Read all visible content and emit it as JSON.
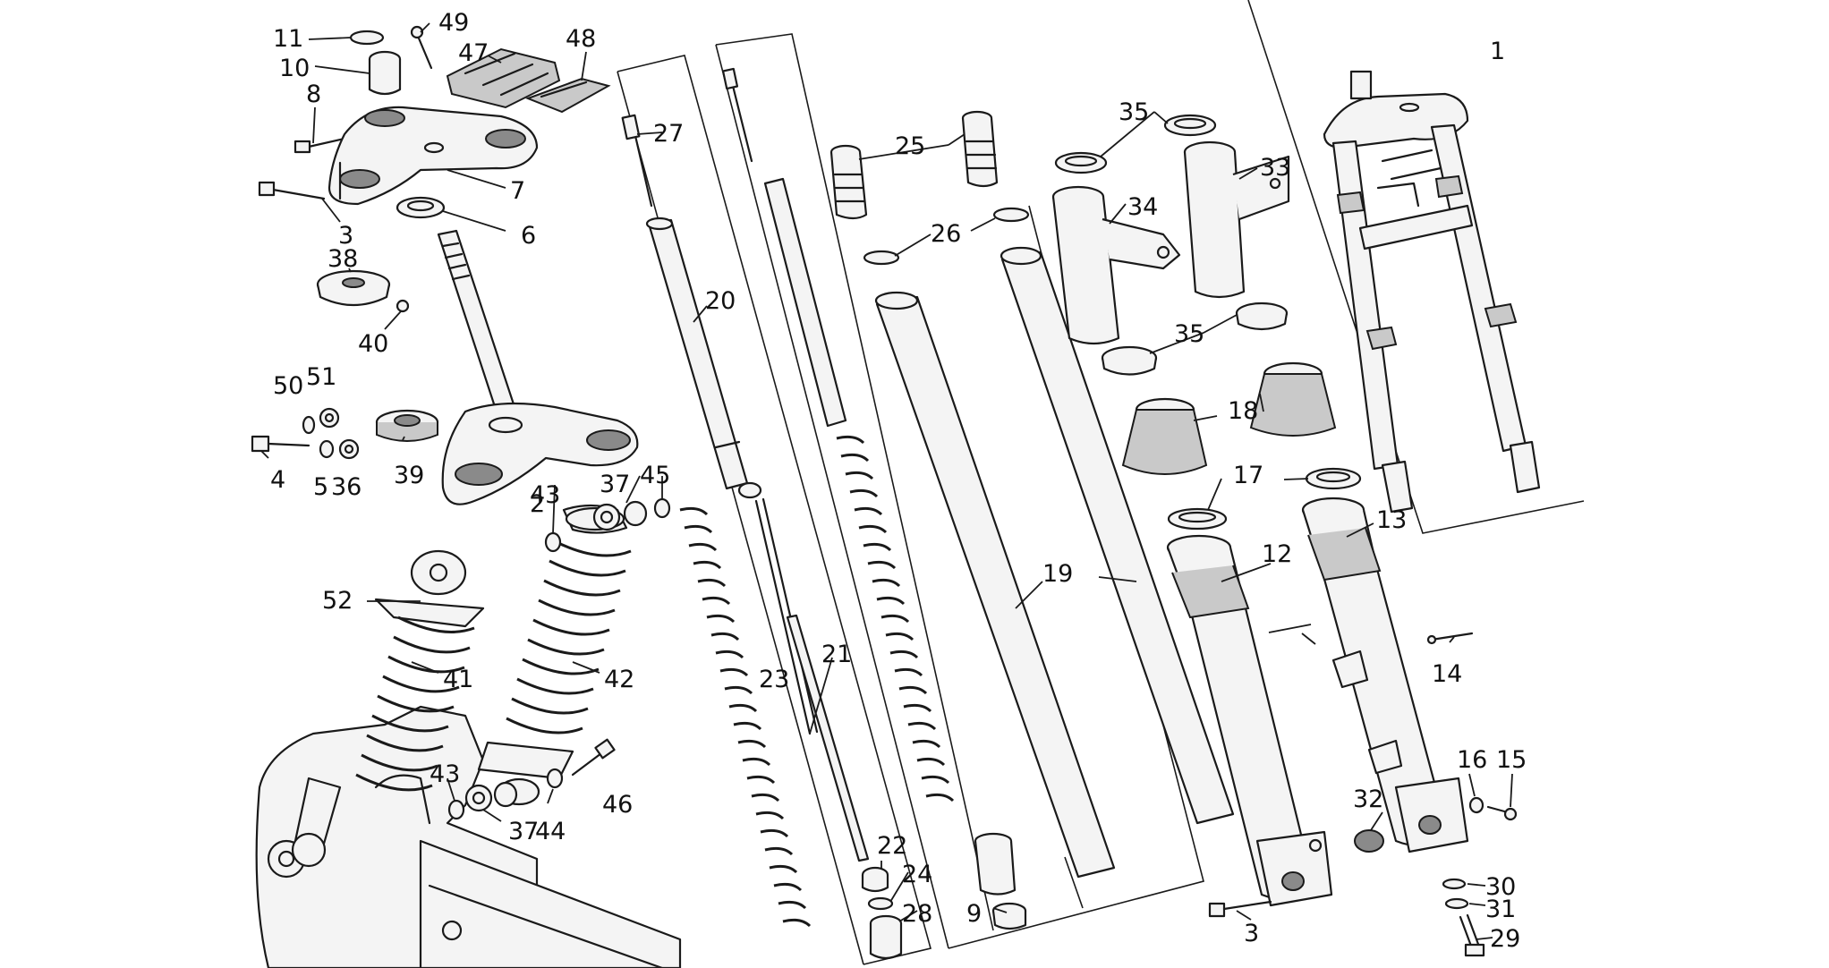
{
  "callouts": [
    {
      "id": "1",
      "label": "1"
    },
    {
      "id": "2",
      "label": "2"
    },
    {
      "id": "3a",
      "label": "3"
    },
    {
      "id": "3b",
      "label": "3"
    },
    {
      "id": "4",
      "label": "4"
    },
    {
      "id": "5",
      "label": "5"
    },
    {
      "id": "6",
      "label": "6"
    },
    {
      "id": "7",
      "label": "7"
    },
    {
      "id": "8",
      "label": "8"
    },
    {
      "id": "9",
      "label": "9"
    },
    {
      "id": "10",
      "label": "10"
    },
    {
      "id": "11",
      "label": "11"
    },
    {
      "id": "12",
      "label": "12"
    },
    {
      "id": "13",
      "label": "13"
    },
    {
      "id": "14",
      "label": "14"
    },
    {
      "id": "15",
      "label": "15"
    },
    {
      "id": "16",
      "label": "16"
    },
    {
      "id": "17",
      "label": "17"
    },
    {
      "id": "18",
      "label": "18"
    },
    {
      "id": "19",
      "label": "19"
    },
    {
      "id": "20",
      "label": "20"
    },
    {
      "id": "21",
      "label": "21"
    },
    {
      "id": "22",
      "label": "22"
    },
    {
      "id": "23",
      "label": "23"
    },
    {
      "id": "24",
      "label": "24"
    },
    {
      "id": "25",
      "label": "25"
    },
    {
      "id": "26",
      "label": "26"
    },
    {
      "id": "27",
      "label": "27"
    },
    {
      "id": "28",
      "label": "28"
    },
    {
      "id": "29",
      "label": "29"
    },
    {
      "id": "30",
      "label": "30"
    },
    {
      "id": "31",
      "label": "31"
    },
    {
      "id": "32",
      "label": "32"
    },
    {
      "id": "33",
      "label": "33"
    },
    {
      "id": "34",
      "label": "34"
    },
    {
      "id": "35a",
      "label": "35"
    },
    {
      "id": "35b",
      "label": "35"
    },
    {
      "id": "36",
      "label": "36"
    },
    {
      "id": "37a",
      "label": "37"
    },
    {
      "id": "37b",
      "label": "37"
    },
    {
      "id": "38",
      "label": "38"
    },
    {
      "id": "39",
      "label": "39"
    },
    {
      "id": "40",
      "label": "40"
    },
    {
      "id": "41",
      "label": "41"
    },
    {
      "id": "42",
      "label": "42"
    },
    {
      "id": "43a",
      "label": "43"
    },
    {
      "id": "43b",
      "label": "43"
    },
    {
      "id": "44",
      "label": "44"
    },
    {
      "id": "45",
      "label": "45"
    },
    {
      "id": "46",
      "label": "46"
    },
    {
      "id": "47",
      "label": "47"
    },
    {
      "id": "48",
      "label": "48"
    },
    {
      "id": "49",
      "label": "49"
    },
    {
      "id": "50",
      "label": "50"
    },
    {
      "id": "51",
      "label": "51"
    },
    {
      "id": "52",
      "label": "52"
    }
  ]
}
